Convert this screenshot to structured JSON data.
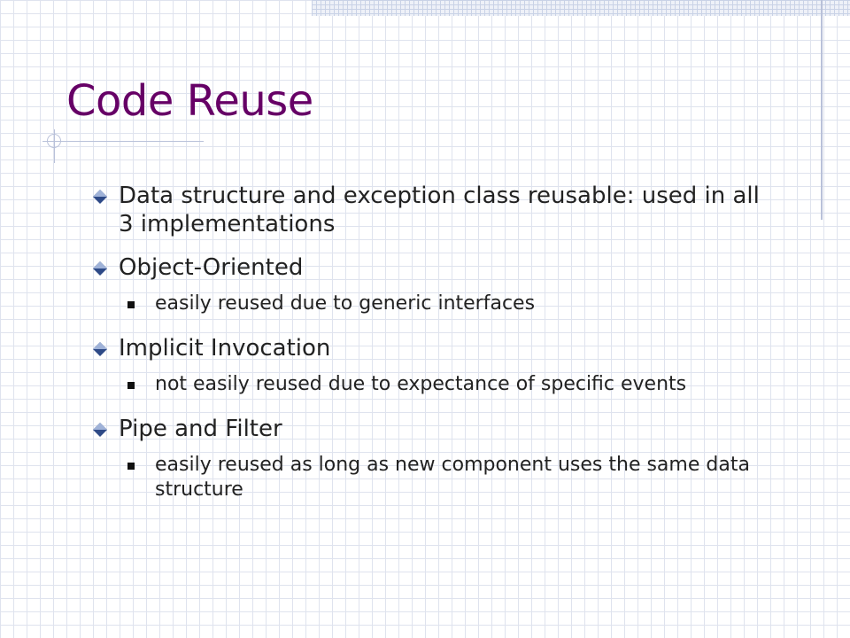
{
  "slide": {
    "title": "Code Reuse",
    "items": [
      {
        "text": "Data structure and exception class reusable: used in all 3 implementations",
        "sub": []
      },
      {
        "text": "Object-Oriented",
        "sub": [
          "easily reused due to generic interfaces"
        ]
      },
      {
        "text": "Implicit Invocation",
        "sub": [
          "not easily reused due to expectance of specific events"
        ]
      },
      {
        "text": "Pipe and Filter",
        "sub": [
          "easily reused as long as new component uses the same data structure"
        ]
      }
    ]
  },
  "colors": {
    "title": "#660066",
    "text": "#222222",
    "bullet_diamond_top": "#9fb2d8",
    "bullet_diamond_bottom": "#2e4a87",
    "grid": "#dfe3ee"
  },
  "icons": {
    "level1_bullet": "diamond-bullet-icon",
    "level2_bullet": "square-bullet-icon"
  }
}
